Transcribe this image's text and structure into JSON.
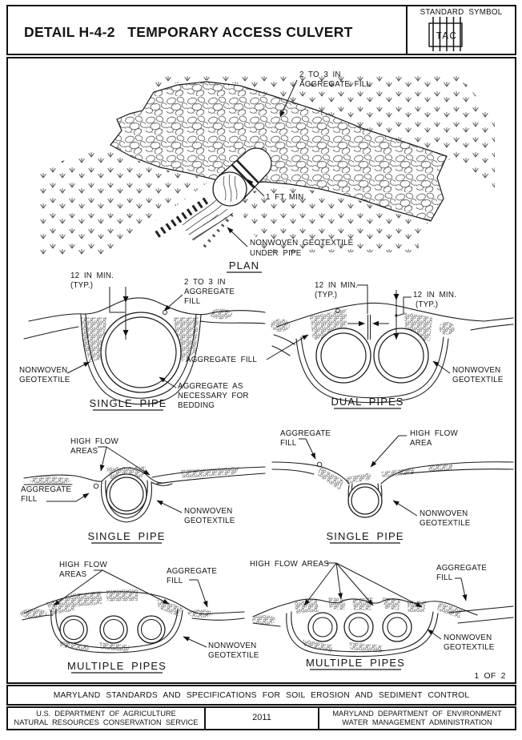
{
  "header": {
    "title": "DETAIL H-4-2   TEMPORARY ACCESS CULVERT",
    "standard_symbol_label": "STANDARD SYMBOL",
    "symbol_text": "TAC"
  },
  "plan": {
    "title": "PLAN",
    "agg_l1": "2 TO 3 IN",
    "agg_l2": "AGGREGATE FILL",
    "ft_min": "1 FT MIN.",
    "geo_l1": "NONWOVEN GEOTEXTILE",
    "geo_l2": "UNDER PIPE"
  },
  "single_pipe_1": {
    "title": "SINGLE PIPE",
    "dim_l1": "12 IN MIN.",
    "dim_l2": "(TYP.)",
    "agg_l1": "2 TO 3 IN",
    "agg_l2": "AGGREGATE",
    "agg_l3": "FILL",
    "geo_l1": "NONWOVEN",
    "geo_l2": "GEOTEXTILE",
    "bed_l1": "AGGREGATE AS",
    "bed_l2": "NECESSARY FOR",
    "bed_l3": "BEDDING"
  },
  "dual_pipes": {
    "title": "DUAL PIPES",
    "dim1_l1": "12 IN MIN.",
    "dim1_l2": "(TYP.)",
    "dim2_l1": "12 IN MIN.",
    "dim2_l2": "(TYP.)",
    "agg_fill": "AGGREGATE FILL",
    "geo_l1": "NONWOVEN",
    "geo_l2": "GEOTEXTILE"
  },
  "single_pipe_2": {
    "title": "SINGLE PIPE",
    "hf_l1": "HIGH FLOW",
    "hf_l2": "AREAS",
    "agg_l1": "AGGREGATE",
    "agg_l2": "FILL",
    "geo_l1": "NONWOVEN",
    "geo_l2": "GEOTEXTILE"
  },
  "single_pipe_3": {
    "title": "SINGLE PIPE",
    "agg_l1": "AGGREGATE",
    "agg_l2": "FILL",
    "hf_l1": "HIGH FLOW",
    "hf_l2": "AREA",
    "geo_l1": "NONWOVEN",
    "geo_l2": "GEOTEXTILE"
  },
  "multiple_pipes_1": {
    "title": "MULTIPLE PIPES",
    "hf_l1": "HIGH FLOW",
    "hf_l2": "AREAS",
    "agg_l1": "AGGREGATE",
    "agg_l2": "FILL",
    "geo_l1": "NONWOVEN",
    "geo_l2": "GEOTEXTILE"
  },
  "multiple_pipes_2": {
    "title": "MULTIPLE PIPES",
    "hf": "HIGH FLOW AREAS",
    "agg_l1": "AGGREGATE",
    "agg_l2": "FILL",
    "geo_l1": "NONWOVEN",
    "geo_l2": "GEOTEXTILE"
  },
  "sheet": "1 OF 2",
  "footer": {
    "standards": "MARYLAND STANDARDS AND SPECIFICATIONS FOR SOIL EROSION AND SEDIMENT CONTROL",
    "agency_l1": "U.S. DEPARTMENT OF AGRICULTURE",
    "agency_l2": "NATURAL RESOURCES CONSERVATION SERVICE",
    "year": "2011",
    "mde_l1": "MARYLAND DEPARTMENT OF ENVIRONMENT",
    "mde_l2": "WATER MANAGEMENT ADMINISTRATION"
  },
  "colors": {
    "ink": "#1b1b1b",
    "paper": "#ffffff",
    "stipple": "#777777",
    "grass": "#4a4a4a"
  }
}
